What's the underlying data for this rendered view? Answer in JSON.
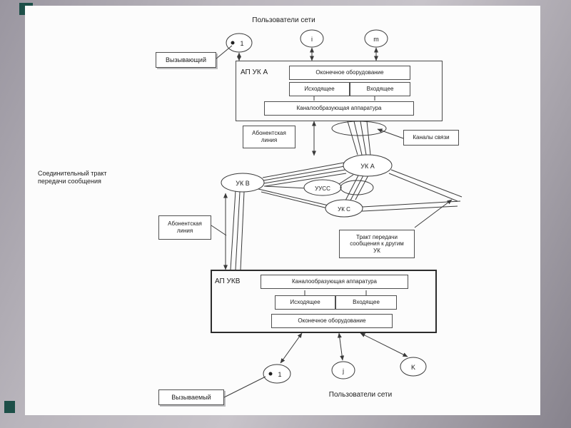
{
  "accent_color": "#1d4f48",
  "diagram": {
    "top_users": "Пользователи сети",
    "bottom_users": "Пользователи сети",
    "caller": "Вызывающий",
    "callee": "Вызываемый",
    "left_label": {
      "line1": "Соединительный тракт",
      "line2": "передачи сообщения"
    },
    "subscriber_line_top": {
      "line1": "Абонентская",
      "line2": "линия"
    },
    "subscriber_line_mid": {
      "line1": "Абонентская",
      "line2": "линия"
    },
    "channels": "Каналы связи",
    "tract": {
      "line1": "Тракт передачи",
      "line2": "сообщения к другим",
      "line3": "УК"
    },
    "node_a": {
      "title": "АП УК А",
      "terminal": "Оконечное оборудование",
      "outgoing": "Исходящее",
      "incoming": "Входящее",
      "channel_eq": "Каналообразующая аппаратура"
    },
    "node_b": {
      "title": "АП УКВ",
      "channel_eq": "Каналообразующая аппаратура",
      "outgoing": "Исходящее",
      "incoming": "Входящее",
      "terminal": "Оконечное оборудование"
    },
    "ellipses": {
      "top_1": "1",
      "top_i": "i",
      "top_m": "m",
      "uk_a": "УК А",
      "uk_b": "УК В",
      "uusc": "УУСС",
      "uk_c": "УК С",
      "bottom_1": "1",
      "bottom_j": "j",
      "bottom_k": "K"
    }
  }
}
